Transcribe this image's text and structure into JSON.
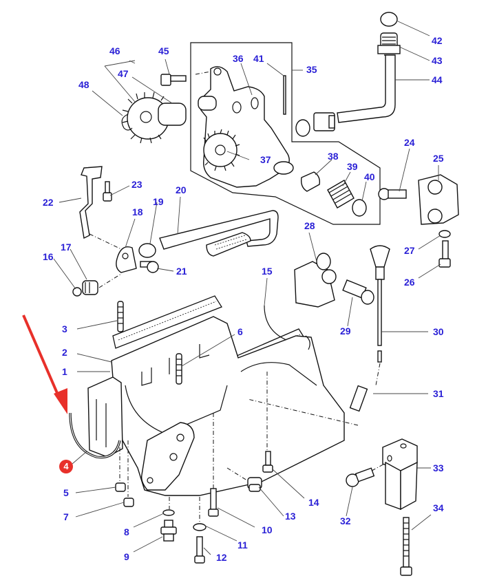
{
  "diagram": {
    "title": "",
    "label_color": "#2a20d6",
    "highlight_color": "#e8302a",
    "highlighted_item": "4",
    "callouts": [
      {
        "id": "1",
        "label": "1"
      },
      {
        "id": "2",
        "label": "2"
      },
      {
        "id": "3",
        "label": "3"
      },
      {
        "id": "4",
        "label": "4",
        "highlighted": true
      },
      {
        "id": "5",
        "label": "5"
      },
      {
        "id": "6",
        "label": "6"
      },
      {
        "id": "7",
        "label": "7"
      },
      {
        "id": "8",
        "label": "8"
      },
      {
        "id": "9",
        "label": "9"
      },
      {
        "id": "10",
        "label": "10"
      },
      {
        "id": "11",
        "label": "11"
      },
      {
        "id": "12",
        "label": "12"
      },
      {
        "id": "13",
        "label": "13"
      },
      {
        "id": "14",
        "label": "14"
      },
      {
        "id": "15",
        "label": "15"
      },
      {
        "id": "16",
        "label": "16"
      },
      {
        "id": "17",
        "label": "17"
      },
      {
        "id": "18",
        "label": "18"
      },
      {
        "id": "19",
        "label": "19"
      },
      {
        "id": "20",
        "label": "20"
      },
      {
        "id": "21",
        "label": "21"
      },
      {
        "id": "22",
        "label": "22"
      },
      {
        "id": "23",
        "label": "23"
      },
      {
        "id": "24",
        "label": "24"
      },
      {
        "id": "25",
        "label": "25"
      },
      {
        "id": "26",
        "label": "26"
      },
      {
        "id": "27",
        "label": "27"
      },
      {
        "id": "28",
        "label": "28"
      },
      {
        "id": "29",
        "label": "29"
      },
      {
        "id": "30",
        "label": "30"
      },
      {
        "id": "31",
        "label": "31"
      },
      {
        "id": "32",
        "label": "32"
      },
      {
        "id": "33",
        "label": "33"
      },
      {
        "id": "34",
        "label": "34"
      },
      {
        "id": "35",
        "label": "35"
      },
      {
        "id": "36",
        "label": "36"
      },
      {
        "id": "37",
        "label": "37"
      },
      {
        "id": "38",
        "label": "38"
      },
      {
        "id": "39",
        "label": "39"
      },
      {
        "id": "40",
        "label": "40"
      },
      {
        "id": "41",
        "label": "41"
      },
      {
        "id": "42",
        "label": "42"
      },
      {
        "id": "43",
        "label": "43"
      },
      {
        "id": "44",
        "label": "44"
      },
      {
        "id": "45",
        "label": "45"
      },
      {
        "id": "46",
        "label": "46"
      },
      {
        "id": "47",
        "label": "47"
      },
      {
        "id": "48",
        "label": "48"
      }
    ]
  }
}
